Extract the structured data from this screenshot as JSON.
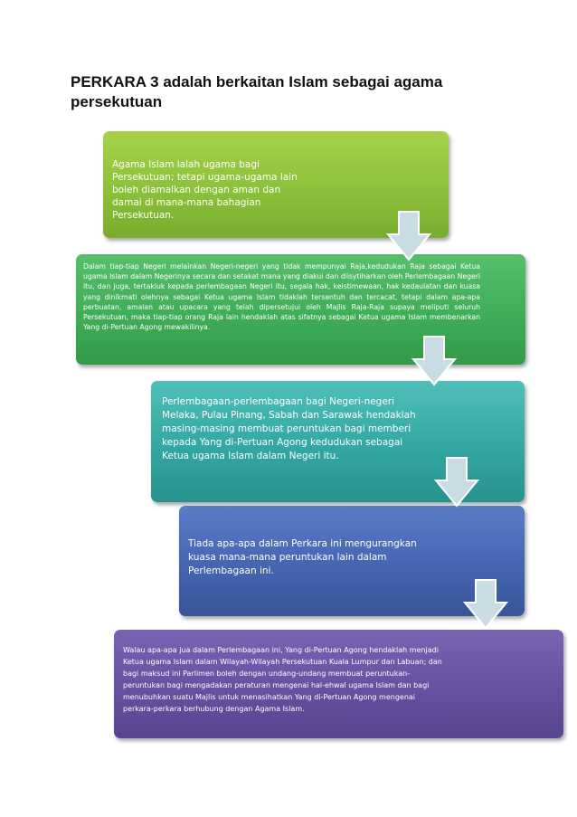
{
  "title": "PERKARA 3 adalah berkaitan Islam sebagai agama persekutuan",
  "steps": [
    {
      "text": "Agama Islam ialah ugama bagi Persekutuan; tetapi ugama-ugama lain boleh diamalkan dengan aman dan damai di mana-mana bahagian Persekutuan."
    },
    {
      "text": "Dalam tiap-tiap Negeri melainkan Negeri-negeri yang tidak mempunyai Raja,kedudukan Raja sebagai Ketua ugama Islam dalam Negerinya secara dan setakat mana yang diakui dan diisytiharkan oleh Perlembagaan Negeri itu, dan juga, tertakluk kepada perlembagaan Negeri itu, segala hak, keistimewaan, hak kedaulatan dan kuasa yang dinikmati olehnya sebagai Ketua ugama Islam tidaklah tersentuh dan tercacat, tetapi dalam apa-apa perbuatan, amalan atau upacara yang telah dipersetujui oleh Majlis Raja-Raja supaya meliputi seluruh Persekutuan, maka tiap-tiap orang Raja lain hendaklah atas sifatnya sebagai Ketua ugama Islam membenarkan Yang di-Pertuan Agong mewakilinya."
    },
    {
      "text": "Perlembagaan-perlembagaan bagi Negeri-negeri Melaka, Pulau Pinang, Sabah dan Sarawak hendaklah masing-masing membuat peruntukan bagi memberi kepada Yang di-Pertuan Agong kedudukan sebagai Ketua ugama Islam dalam Negeri itu."
    },
    {
      "text": "Tiada apa-apa dalam Perkara ini mengurangkan kuasa mana-mana peruntukan lain dalam Perlembagaan ini."
    },
    {
      "text": "Walau apa-apa jua dalam Perlembagaan ini, Yang di-Pertuan Agong hendaklah menjadi Ketua ugama Islam dalam Wilayah-Wilayah Persekutuan Kuala Lumpur dan Labuan; dan bagi maksud ini Parlimen boleh dengan undang-undang membuat peruntukan-peruntukan bagi mengadakan peraturan mengenai hal-ehwal ugama Islam dan bagi menubuhkan suatu Majlis untuk menasihatkan Yang di-Pertuan Agong mengenai perkara-perkara berhubung dengan Agama Islam."
    }
  ],
  "colors": {
    "step1": "#8dc03a",
    "step2": "#40ad57",
    "step3": "#33a7a2",
    "step4": "#4565b2",
    "step5": "#6650a0",
    "arrow": "#c9dce3"
  }
}
